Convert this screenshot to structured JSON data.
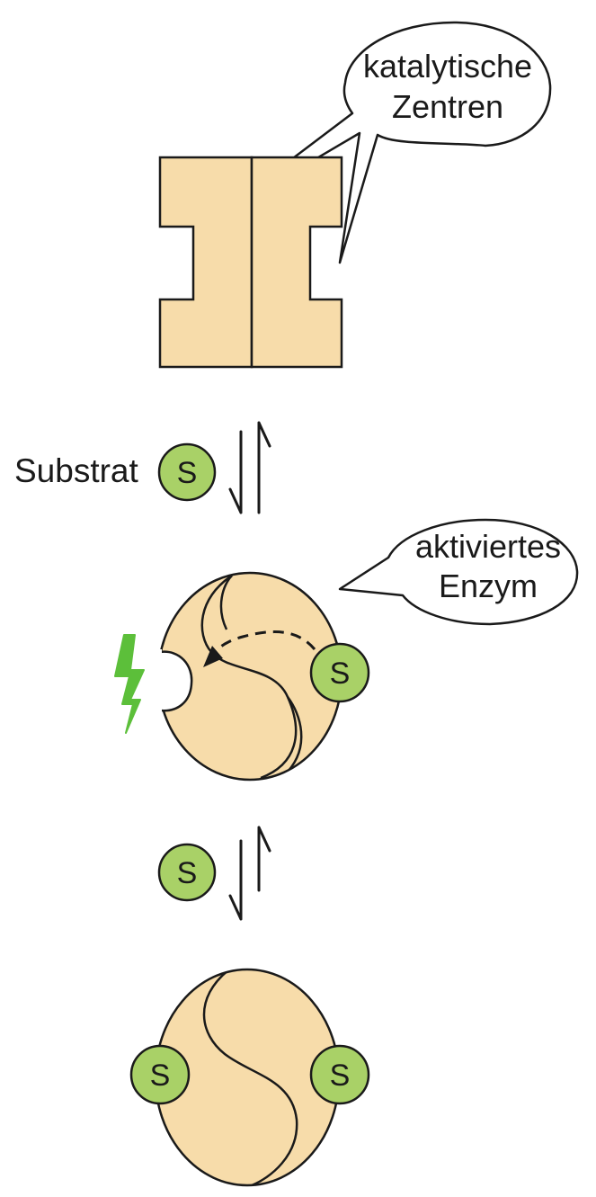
{
  "callouts": {
    "catalytic_line1": "katalytische",
    "catalytic_line2": "Zentren",
    "activated_line1": "aktiviertes",
    "activated_line2": "Enzym"
  },
  "labels": {
    "substrate": "Substrat",
    "substrate_symbol": "S"
  },
  "colors": {
    "enzyme_fill": "#f7dcaa",
    "substrate_fill": "#a9d167",
    "lightning": "#5cbf3a",
    "outline": "#1a1a1a"
  }
}
